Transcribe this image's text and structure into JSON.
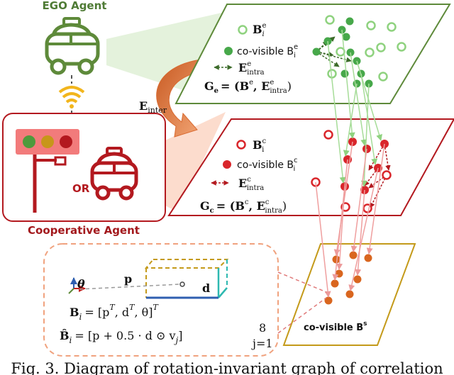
{
  "agents": {
    "ego_label": "EGO Agent",
    "coop_label": "Cooperative Agent",
    "or_label": "OR"
  },
  "einter_label": "E",
  "einter_sub": "inter",
  "ego_plane": {
    "legend_box": "B",
    "legend_box_sub": "i",
    "legend_box_sup": "e",
    "legend_covis_text": "co-visible B",
    "legend_covis_sub": "i",
    "legend_covis_sup": "e",
    "legend_intra": "E",
    "legend_intra_sub": "intra",
    "legend_intra_sup": "e",
    "graph": "G",
    "graph_sub": "e",
    "graph_eq": "= (B",
    "graph_eq_sup": "e",
    "graph_eq2": ", E",
    "graph_eq2_sub": "intra",
    "graph_eq2_sup": "e",
    "graph_close": ")"
  },
  "coop_plane": {
    "legend_box": "B",
    "legend_box_sub": "i",
    "legend_box_sup": "c",
    "legend_covis_text": "co-visible B",
    "legend_covis_sub": "i",
    "legend_covis_sup": "c",
    "legend_intra": "E",
    "legend_intra_sub": "intra",
    "legend_intra_sup": "c",
    "graph": "G",
    "graph_sub": "c",
    "graph_eq": "= (B",
    "graph_eq_sup": "c",
    "graph_eq2": ", E",
    "graph_eq2_sub": "intra",
    "graph_eq2_sup": "c",
    "graph_close": ")"
  },
  "fused_plane": {
    "label": "co-visible B",
    "label_sup": "s"
  },
  "box_detail": {
    "theta": "θ",
    "p": "p",
    "d": "d",
    "eq1": "B",
    "eq1_sub": "i",
    "eq1_rhs": "= [p",
    "eq1_T1": "T",
    "eq1_d": ", d",
    "eq1_T2": "T",
    "eq1_theta": ", θ]",
    "eq1_T3": "T",
    "eq2": "B̂",
    "eq2_sub": "i",
    "eq2_rhs": "= [p + 0.5 · d ⊙ v",
    "eq2_j": "j",
    "eq2_close": "]",
    "eq2_lim_top": "8",
    "eq2_lim_bot": "j=1"
  },
  "caption": "Fig. 3. Diagram of rotation-invariant graph of correlation",
  "colors": {
    "green": "#5e8a3a",
    "green_light": "#a6d99a",
    "green_dot": "#47a84a",
    "red": "#b3191f",
    "red_dot": "#d9262b",
    "pink": "#f0a3a3",
    "orange": "#e07a2e",
    "orange_dot": "#d9661f",
    "gold": "#c49a1a",
    "peach": "#f4b99a",
    "blue": "#2f5fb0"
  }
}
